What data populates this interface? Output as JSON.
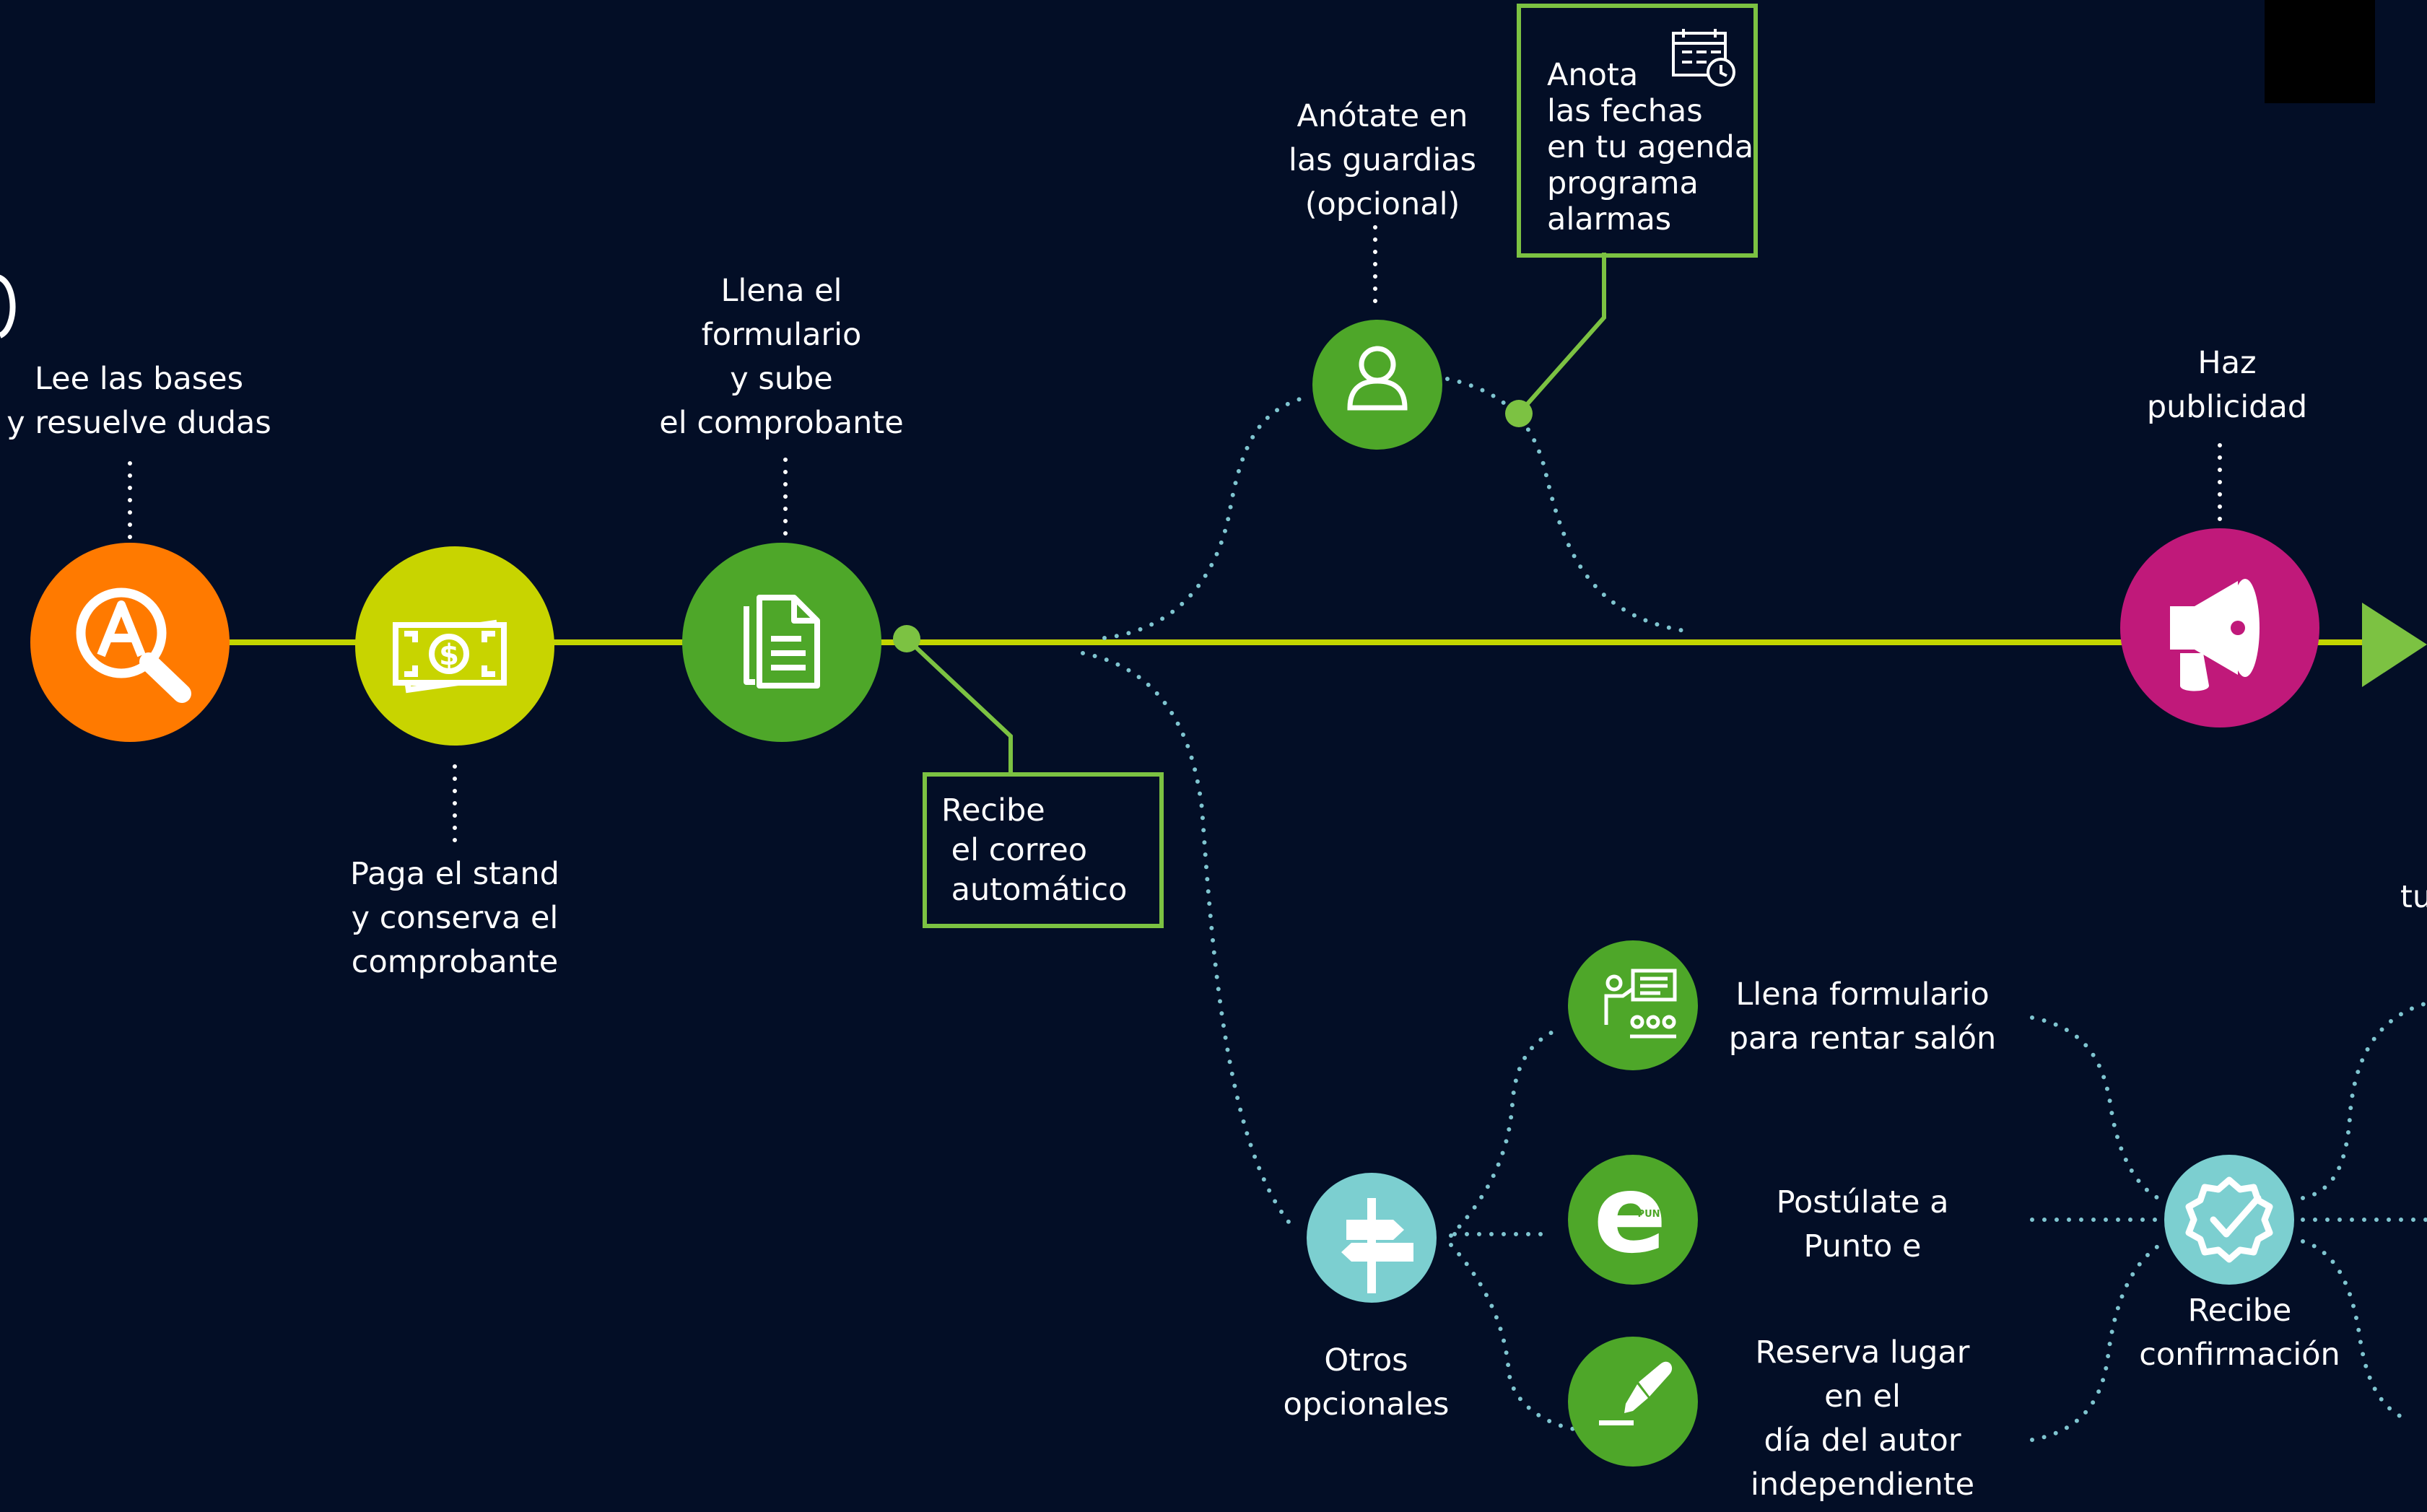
{
  "colors": {
    "background": "#030e26",
    "timeline": "#c2d500",
    "dotted": "#7fc5d0",
    "box_border": "#7cc242",
    "orange": "#ff7a00",
    "lime": "#c8d400",
    "green": "#4ea729",
    "magenta": "#c0197a",
    "teal": "#7ccfd0",
    "arrow": "#7cc242"
  },
  "steps": [
    {
      "id": "read",
      "icon": "magnifier-a-icon",
      "label": "Lee las bases\ny resuelve dudas"
    },
    {
      "id": "pay",
      "icon": "money-bill-icon",
      "label": "Paga el stand\ny conserva el\ncomprobante"
    },
    {
      "id": "form",
      "icon": "documents-icon",
      "label": "Llena el\nformulario\ny sube\nel comprobante"
    },
    {
      "id": "shifts",
      "icon": "user-icon",
      "label": "Anótate en\nlas guardias\n(opcional)"
    },
    {
      "id": "publicity",
      "icon": "megaphone-icon",
      "label": "Haz\npublicidad"
    },
    {
      "id": "others",
      "icon": "signpost-icon",
      "label": "Otros\nopcionales"
    },
    {
      "id": "salon",
      "icon": "presenter-icon",
      "label": "Llena formulario\npara rentar salón"
    },
    {
      "id": "punto",
      "icon": "punto-e-icon",
      "label": "Postúlate a\nPunto e",
      "logo_text": "PUNTO"
    },
    {
      "id": "author",
      "icon": "pen-icon",
      "label": "Reserva lugar\nen el\ndía del autor\nindependiente"
    },
    {
      "id": "confirm",
      "icon": "check-badge-icon",
      "label": "Recibe\nconfirmación"
    }
  ],
  "notes": {
    "email": "Recibe\n el correo\n automático",
    "dates": "Anota\nlas fechas\nen tu agenda\nprograma\nalarmas",
    "dates_icon": "calendar-clock-icon"
  },
  "cut_text": "tu"
}
